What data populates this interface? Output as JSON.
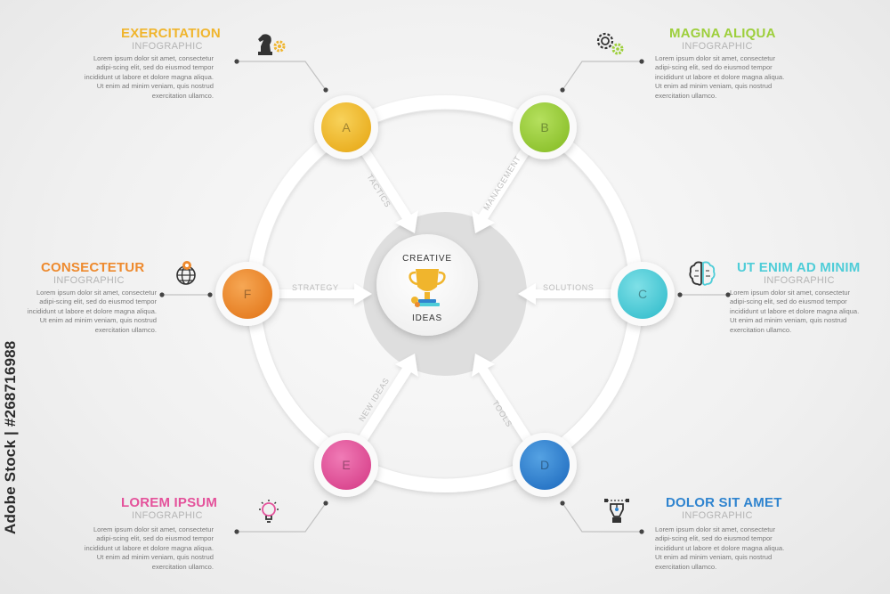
{
  "center": {
    "line1": "CREATIVE",
    "line2": "IDEAS",
    "icon": "trophy-icon"
  },
  "arrow_labels": {
    "tactics": "TACTICS",
    "management": "MANAGEMENT",
    "strategy": "STRATEGY",
    "solutions": "SOLUTIONS",
    "new_ideas": "NEW IDEAS",
    "tools": "TOOLS"
  },
  "nodes": {
    "a": {
      "letter": "A",
      "color": "#f0bd2d"
    },
    "b": {
      "letter": "B",
      "color": "#9dcf3b"
    },
    "c": {
      "letter": "C",
      "color": "#4fcdd8"
    },
    "d": {
      "letter": "D",
      "color": "#2f84cf"
    },
    "e": {
      "letter": "E",
      "color": "#e4529b"
    },
    "f": {
      "letter": "F",
      "color": "#ee8a2e"
    }
  },
  "items": {
    "a": {
      "title": "EXERCITATION",
      "subtitle": "INFOGRAPHIC",
      "color": "#f0b52d",
      "icon": "chess-knight-gear-icon",
      "text": "Lorem ipsum dolor sit amet, consectetur adipi-scing elit, sed do eiusmod tempor incididunt ut labore et dolore magna aliqua. Ut enim ad minim veniam, quis nostrud exercitation ullamco."
    },
    "b": {
      "title": "MAGNA ALIQUA",
      "subtitle": "INFOGRAPHIC",
      "color": "#9dcf3b",
      "icon": "gears-icon",
      "text": "Lorem ipsum dolor sit amet, consectetur adipi-scing elit, sed do eiusmod tempor incididunt ut labore et dolore magna aliqua. Ut enim ad minim veniam, quis nostrud exercitation ullamco."
    },
    "c": {
      "title": "UT ENIM AD MINIM",
      "subtitle": "INFOGRAPHIC",
      "color": "#4fcdd8",
      "icon": "brain-icon",
      "text": "Lorem ipsum dolor sit amet, consectetur adipi-scing elit, sed do eiusmod tempor incididunt ut labore et dolore magna aliqua. Ut enim ad minim veniam, quis nostrud exercitation ullamco."
    },
    "d": {
      "title": "DOLOR SIT AMET",
      "subtitle": "INFOGRAPHIC",
      "color": "#2f84cf",
      "icon": "pen-tool-icon",
      "text": "Lorem ipsum dolor sit amet, consectetur adipi-scing elit, sed do eiusmod tempor incididunt ut labore et dolore magna aliqua. Ut enim ad minim veniam, quis nostrud exercitation ullamco."
    },
    "e": {
      "title": "LOREM IPSUM",
      "subtitle": "INFOGRAPHIC",
      "color": "#e4529b",
      "icon": "lightbulb-icon",
      "text": "Lorem ipsum dolor sit amet, consectetur adipi-scing elit, sed do eiusmod tempor incididunt ut labore et dolore magna aliqua. Ut enim ad minim veniam, quis nostrud exercitation ullamco."
    },
    "f": {
      "title": "CONSECTETUR",
      "subtitle": "INFOGRAPHIC",
      "color": "#ee8a2e",
      "icon": "globe-location-icon",
      "text": "Lorem ipsum dolor sit amet, consectetur adipi-scing elit, sed do eiusmod tempor incididunt ut labore et dolore magna aliqua. Ut enim ad minim veniam, quis nostrud exercitation ullamco."
    }
  },
  "stock_id": "Adobe Stock | #268716988"
}
